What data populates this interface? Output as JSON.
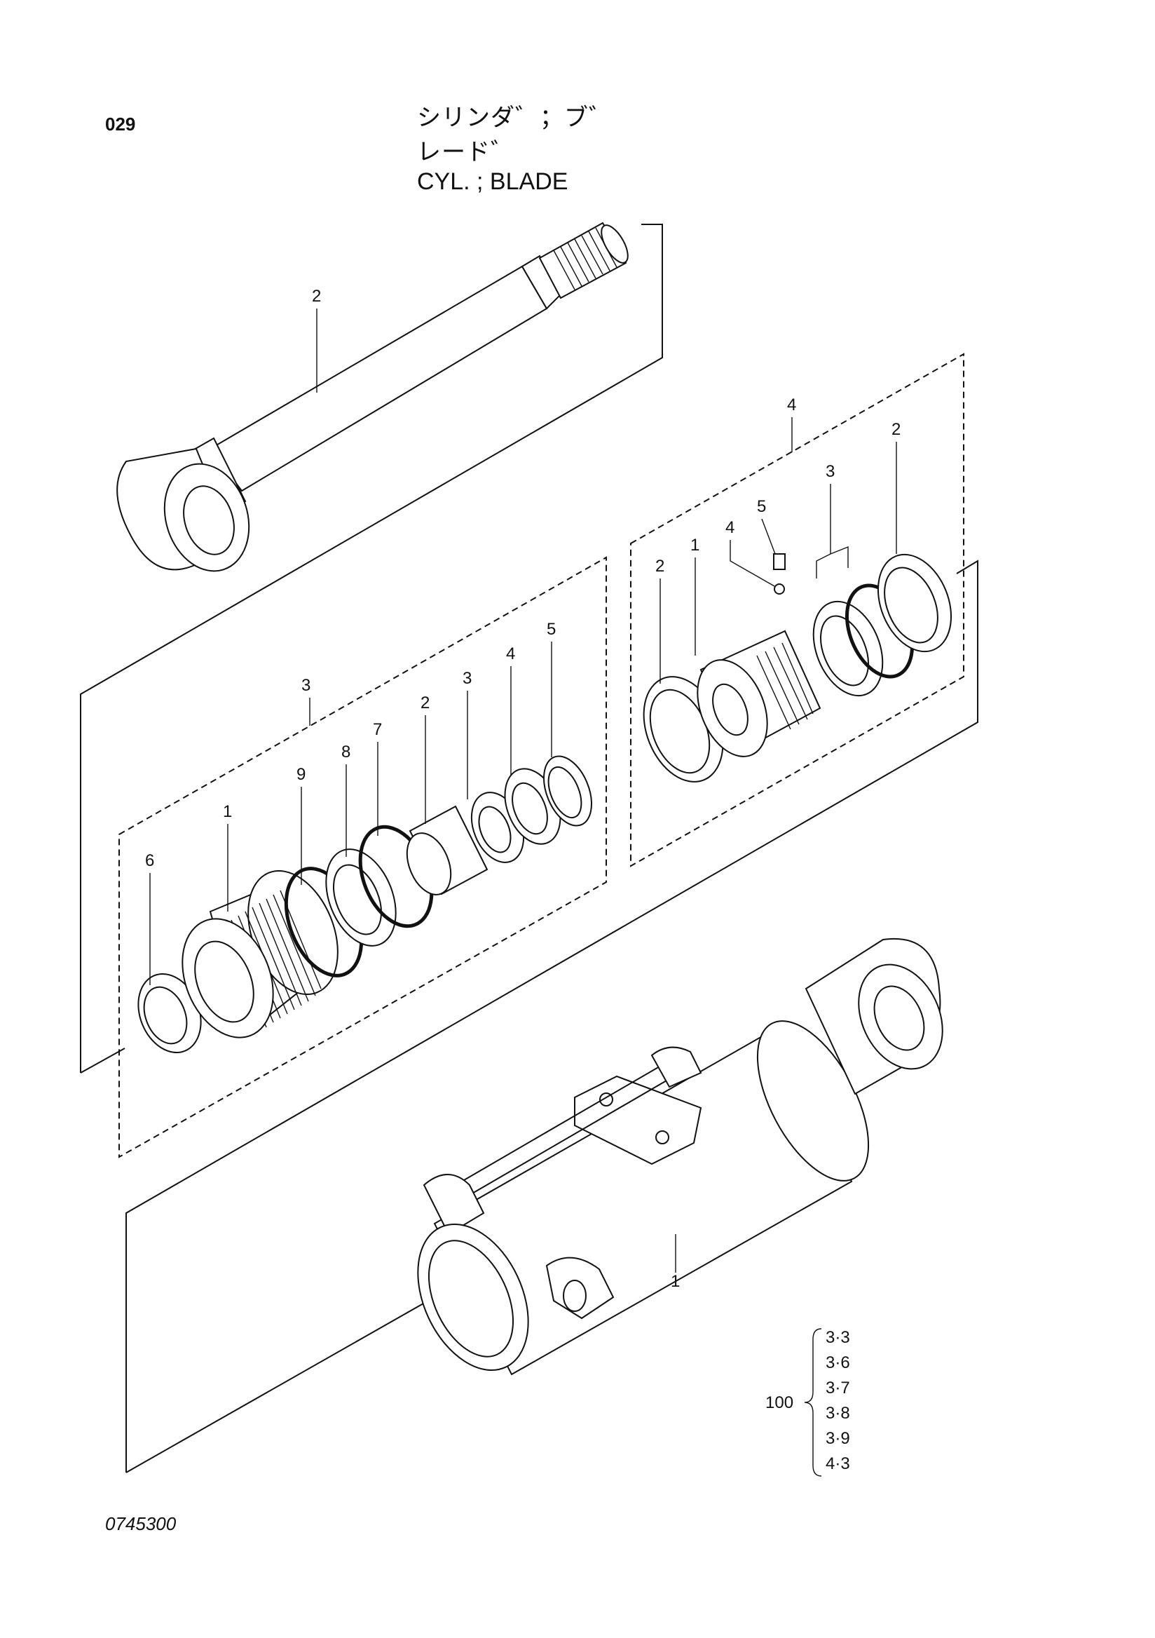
{
  "page": {
    "number": "029",
    "doc_code": "0745300"
  },
  "title": {
    "japanese": "シリンダ゛；ブ゛レード゛",
    "english": "CYL. ; BLADE"
  },
  "callouts": {
    "rod": "2",
    "gland_group": "3",
    "gland_parts": [
      "1",
      "6",
      "9",
      "8",
      "7",
      "2",
      "3",
      "4",
      "5"
    ],
    "piston_group": "4",
    "piston_parts": [
      "2",
      "1",
      "4",
      "5",
      "3",
      "2"
    ],
    "tube": "1"
  },
  "kits": {
    "label": "100",
    "items": [
      "3·3",
      "3·6",
      "3·7",
      "3·8",
      "3·9",
      "4·3"
    ]
  }
}
